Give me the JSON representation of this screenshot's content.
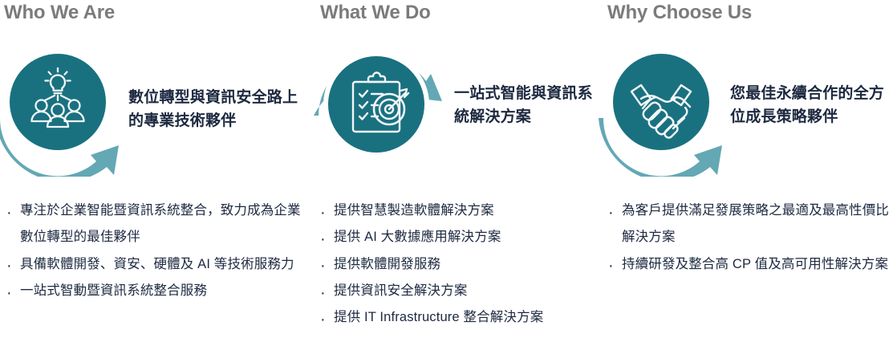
{
  "palette": {
    "circle_teal": "#197180",
    "arrow_teal": "#63a8b4",
    "heading_gray": "#7b7b7b",
    "body_navy": "#1d2940",
    "icon_white": "#f2f6f7",
    "background": "#ffffff"
  },
  "columns": [
    {
      "heading": "Who We Are",
      "icon": "people-idea-icon",
      "arrow": "curved-arrow-up-right-icon",
      "headline": "數位轉型與資訊安全路上的專業技術夥伴",
      "bullets": [
        "專注於企業智能暨資訊系統整合，致力成為企業數位轉型的最佳夥伴",
        "具備軟體開發、資安、硬體及 AI 等技術服務力",
        "一站式智動暨資訊系統整合服務"
      ]
    },
    {
      "heading": "What We Do",
      "icon": "clipboard-target-icon",
      "arrow": "curved-arrow-down-right-icon",
      "headline": "一站式智能與資訊系統解決方案",
      "bullets": [
        "提供智慧製造軟體解決方案",
        "提供 AI 大數據應用解決方案",
        "提供軟體開發服務",
        "提供資訊安全解決方案",
        "提供 IT Infrastructure 整合解決方案"
      ]
    },
    {
      "heading": "Why Choose Us",
      "icon": "handshake-icon",
      "arrow": "curved-arrow-up-right-icon",
      "headline": "您最佳永續合作的全方位成長策略夥伴",
      "bullets": [
        "為客戶提供滿足發展策略之最適及最高性價比解決方案",
        "持續研發及整合高 CP 值及高可用性解決方案"
      ]
    }
  ]
}
